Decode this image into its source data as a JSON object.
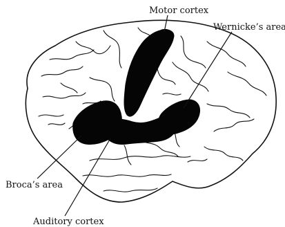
{
  "labels": {
    "motor_cortex": "Motor cortex",
    "wernickes_area": "Wernicke’s area",
    "brocas_area": "Broca’s area",
    "auditory_cortex": "Auditory cortex"
  },
  "colors": {
    "ink": "#111111",
    "region_fill": "#050505",
    "background": "#ffffff"
  }
}
